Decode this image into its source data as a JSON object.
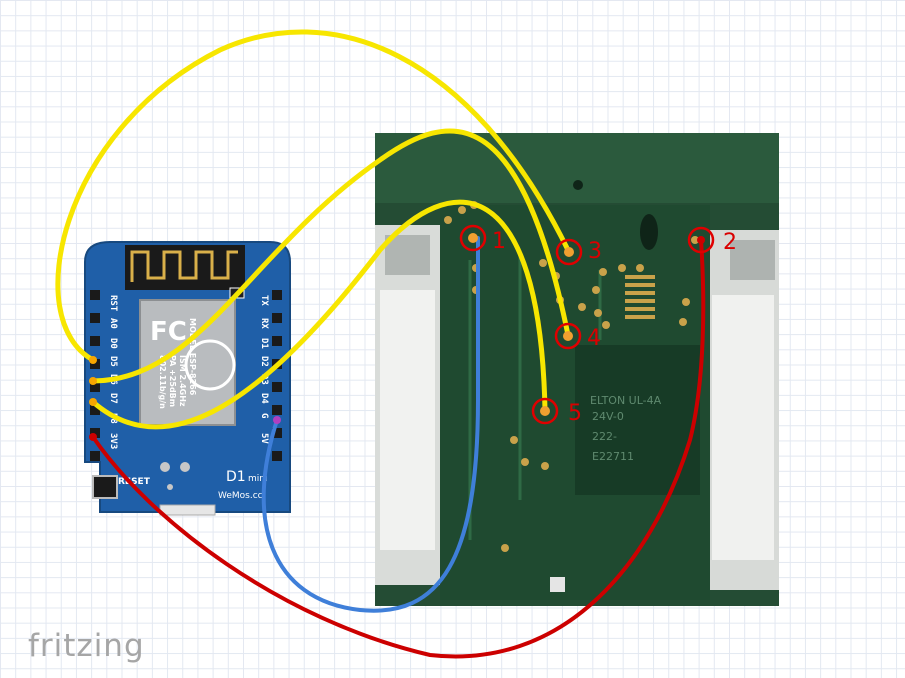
{
  "app": {
    "watermark": "fritzing"
  },
  "board": {
    "model_lines": [
      "MODEL ESP-8266",
      "ISM 2.4GHz",
      "PA +25dBm",
      "802.11b/g/n"
    ],
    "fcc": "FC",
    "d1": "D1",
    "mini": "mini",
    "brand": "WeMos.cc",
    "reset": "RESET",
    "pins_left": [
      "RST",
      "A0",
      "D0",
      "D5",
      "D6",
      "D7",
      "D8",
      "3V3"
    ],
    "pins_right": [
      "TX",
      "RX",
      "D1",
      "D2",
      "D3",
      "D4",
      "G",
      "5V"
    ]
  },
  "pcb": {
    "silk_lines": [
      "ELTON UL-4A",
      "24V-0",
      "222-",
      "E22711"
    ],
    "points": [
      "1",
      "2",
      "3",
      "4",
      "5"
    ]
  },
  "colors": {
    "yellow_wire": "#f7e600",
    "blue_wire": "#3f7fd9",
    "red_wire": "#cc0000",
    "board_blue": "#1f5fa8",
    "pcb_green": "#1d4a30",
    "marker_red": "#e00000"
  }
}
